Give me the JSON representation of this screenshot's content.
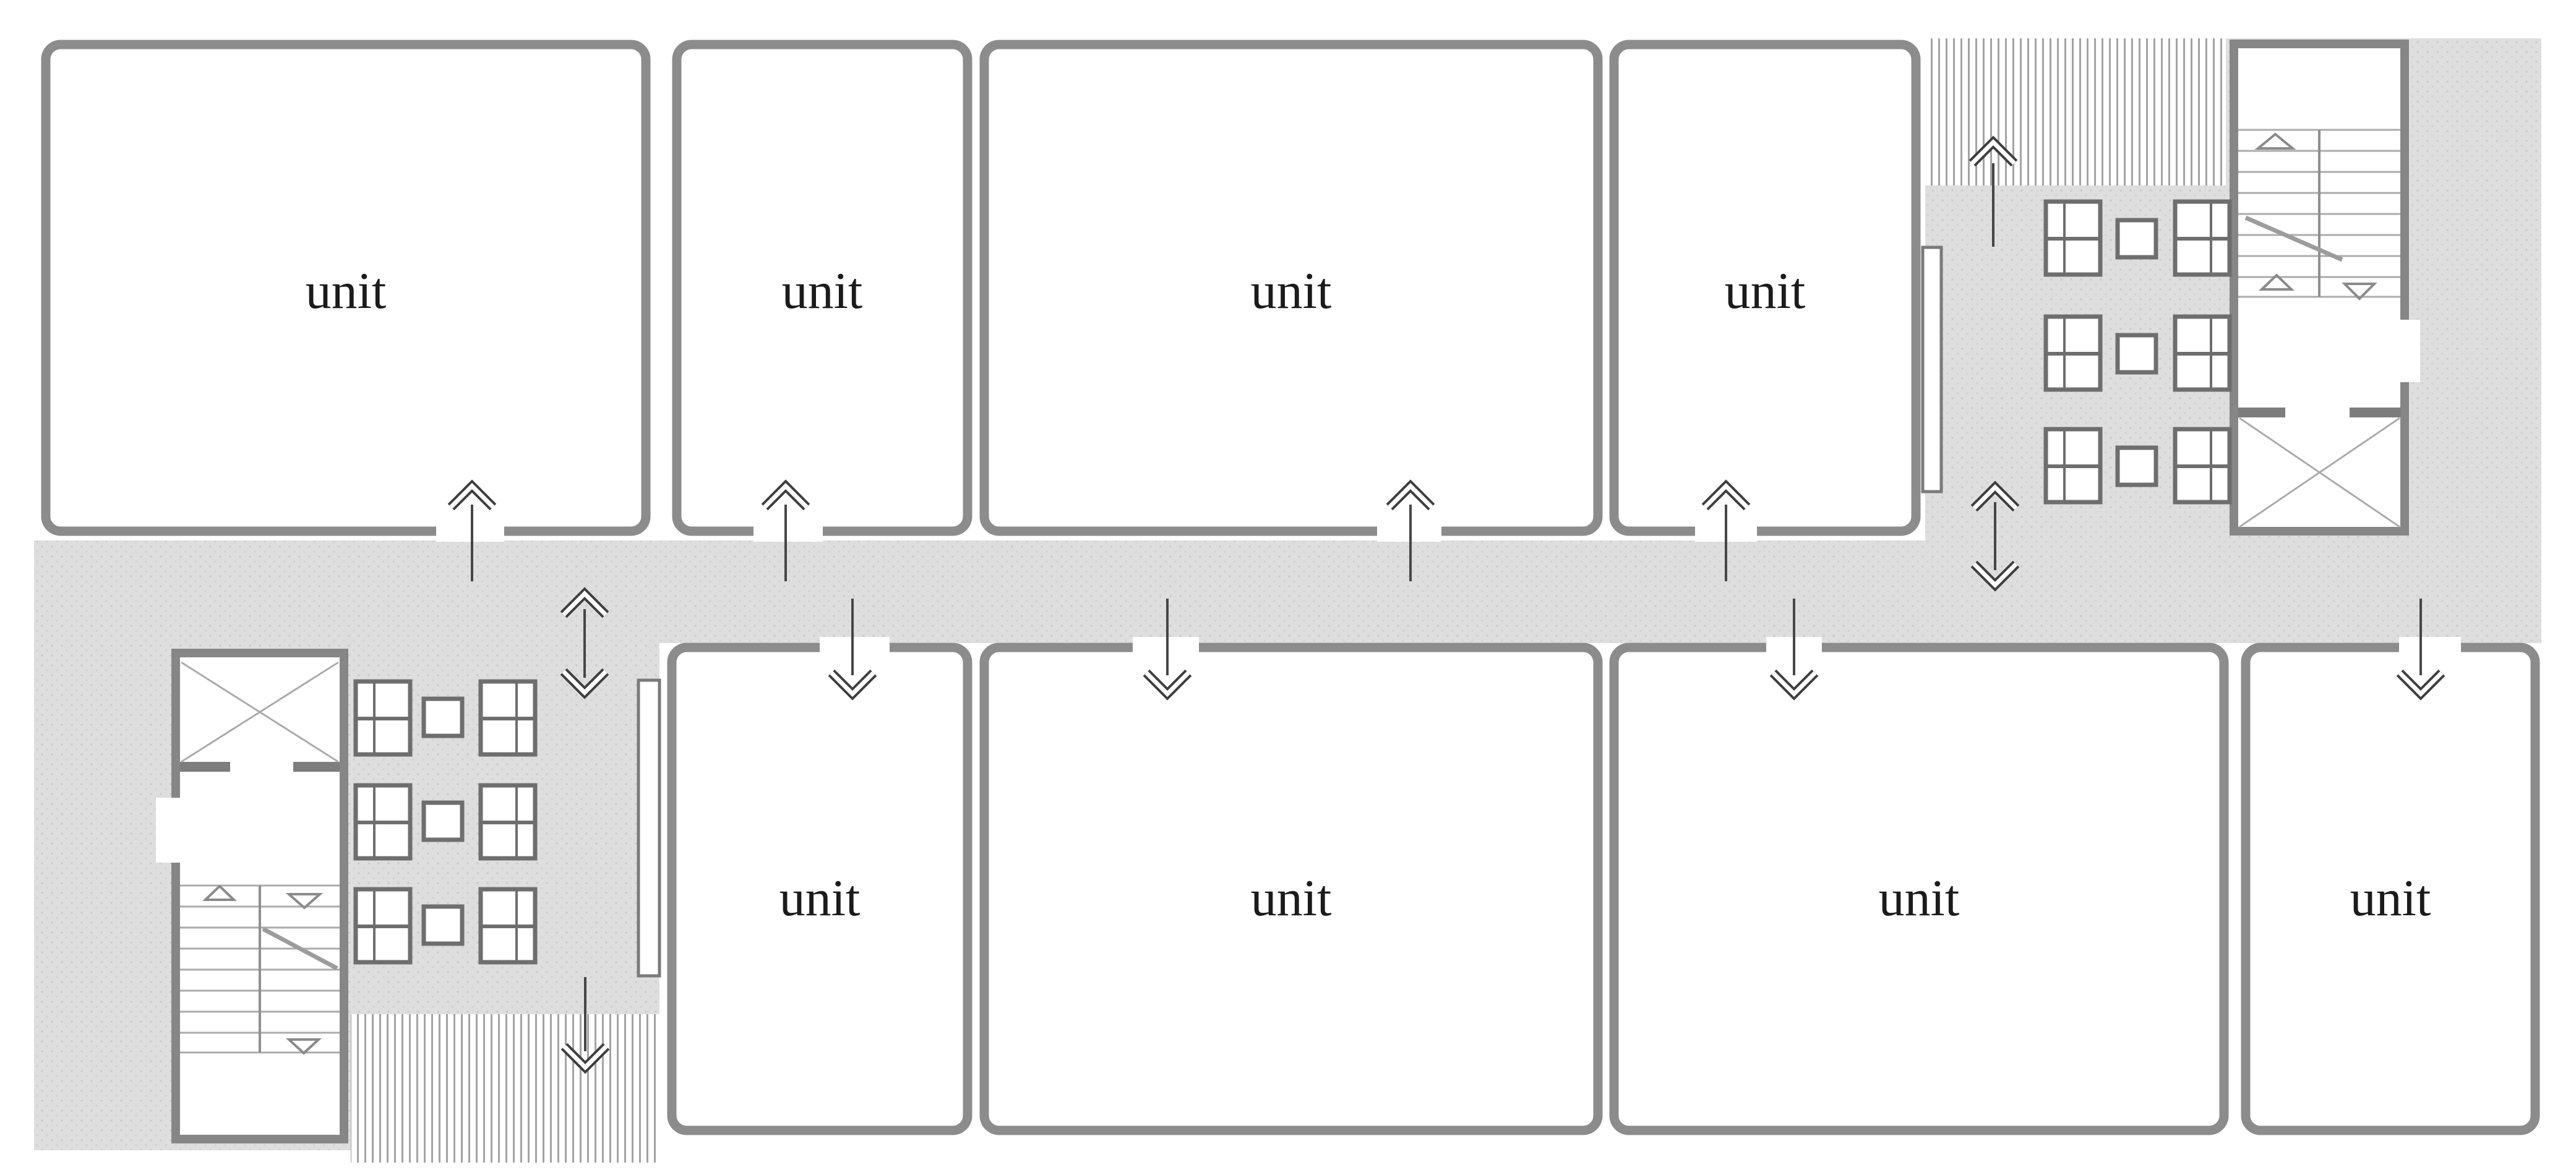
{
  "diagram": {
    "type": "architectural-floor-plan",
    "units": [
      {
        "id": "unit-1",
        "label": "unit",
        "row": "top",
        "entry": "up-arrow"
      },
      {
        "id": "unit-2",
        "label": "unit",
        "row": "top",
        "entry": "up-arrow"
      },
      {
        "id": "unit-3",
        "label": "unit",
        "row": "top",
        "entry": "up-arrow"
      },
      {
        "id": "unit-4",
        "label": "unit",
        "row": "top",
        "entry": "up-arrow"
      },
      {
        "id": "unit-5",
        "label": "unit",
        "row": "bottom",
        "entry": "down-arrow"
      },
      {
        "id": "unit-6",
        "label": "unit",
        "row": "bottom",
        "entry": "down-arrow"
      },
      {
        "id": "unit-7",
        "label": "unit",
        "row": "bottom",
        "entry": "down-arrow"
      },
      {
        "id": "unit-8",
        "label": "unit",
        "row": "bottom",
        "entry": "down-arrow"
      }
    ],
    "cores": [
      {
        "id": "core-top-right",
        "parts": [
          "stair",
          "elevator-shaft",
          "lobby",
          "furniture-tables",
          "entry-hatch",
          "door-leaf"
        ]
      },
      {
        "id": "core-bottom-left",
        "parts": [
          "elevator-shaft",
          "stair",
          "lobby",
          "furniture-tables",
          "entry-hatch",
          "door-leaf"
        ]
      }
    ],
    "arrows": {
      "unit-entry-up-count": 4,
      "unit-entry-down-count": 4,
      "corridor-double-arrow-count": 2,
      "hatch-entry-arrow-count": 2
    },
    "colors": {
      "background": "#ffffff",
      "corridor_fill": "#dedede",
      "corridor_dot": "#cccccc",
      "unit_wall": "#8c8c8c",
      "core_wall": "#868686",
      "furniture_line": "#6e6e6e",
      "stair_line": "#ababab",
      "stair_mark": "#8a8a8a",
      "diagonal_line": "#9c9c9c",
      "hatch_line": "#a3a3a3",
      "arrow": "#464646",
      "label_text": "#1b1b1b"
    }
  }
}
